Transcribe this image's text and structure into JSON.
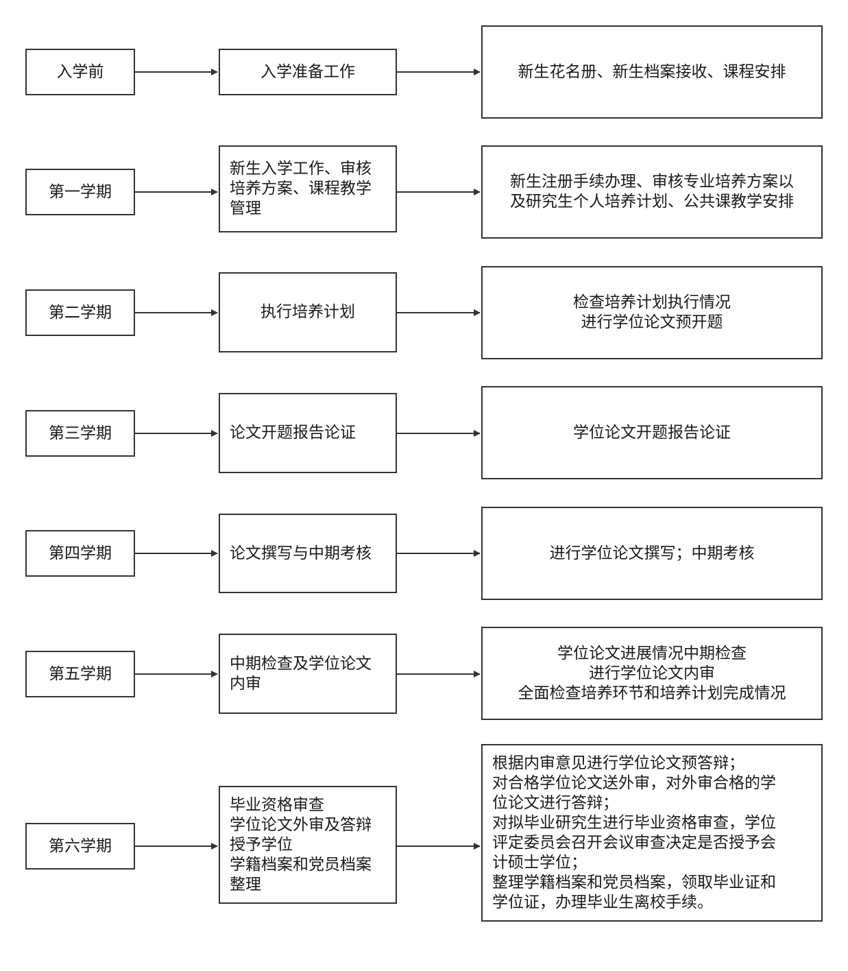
{
  "rows": [
    {
      "semester": "入学前",
      "phase": "入学准备工作",
      "detail": "新生花名册、新生档案接收、课程安排"
    },
    {
      "semester": "第一学期",
      "phase": "新生入学工作、审核\n培养方案、课程教学\n管理",
      "detail": "新生注册手续办理、审核专业培养方案以\n及研究生个人培养计划、公共课教学安排"
    },
    {
      "semester": "第二学期",
      "phase": "执行培养计划",
      "detail": "检查培养计划执行情况\n进行学位论文预开题"
    },
    {
      "semester": "第三学期",
      "phase": "论文开题报告论证",
      "detail": "学位论文开题报告论证"
    },
    {
      "semester": "第四学期",
      "phase": "论文撰写与中期考核",
      "detail": "进行学位论文撰写；中期考核"
    },
    {
      "semester": "第五学期",
      "phase": "中期检查及学位论文\n内审",
      "detail": "学位论文进展情况中期检查\n进行学位论文内审\n全面检查培养环节和培养计划完成情况"
    },
    {
      "semester": "第六学期",
      "phase": "毕业资格审查\n学位论文外审及答辩\n授予学位\n学籍档案和党员档案\n整理",
      "detail": "根据内审意见进行学位论文预答辩；\n对合格学位论文送外审，对外审合格的学\n位论文进行答辩；\n对拟毕业研究生进行毕业资格审查，学位\n评定委员会召开会议审查决定是否授予会\n计硕士学位；\n整理学籍档案和党员档案，领取毕业证和\n学位证，办理毕业生离校手续。"
    }
  ]
}
